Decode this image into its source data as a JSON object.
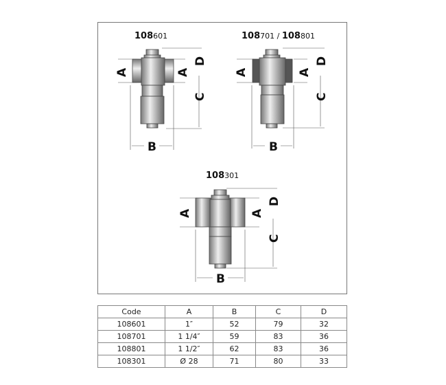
{
  "diagrams": [
    {
      "title_bold": "108",
      "title_rest": "601"
    },
    {
      "title_bold": "108",
      "title_rest": "701 / ",
      "title_bold2": "108",
      "title_rest2": "801"
    },
    {
      "title_bold": "108",
      "title_rest": "301"
    }
  ],
  "dimension_labels": {
    "a": "A",
    "b": "B",
    "c": "C",
    "d": "D"
  },
  "table": {
    "headers": [
      "Code",
      "A",
      "B",
      "C",
      "D"
    ],
    "rows": [
      [
        "108601",
        "1″",
        "52",
        "79",
        "32"
      ],
      [
        "108701",
        "1 1/4″",
        "59",
        "83",
        "36"
      ],
      [
        "108801",
        "1 1/2″",
        "62",
        "83",
        "36"
      ],
      [
        "108301",
        "Ø 28",
        "71",
        "80",
        "33"
      ]
    ]
  }
}
